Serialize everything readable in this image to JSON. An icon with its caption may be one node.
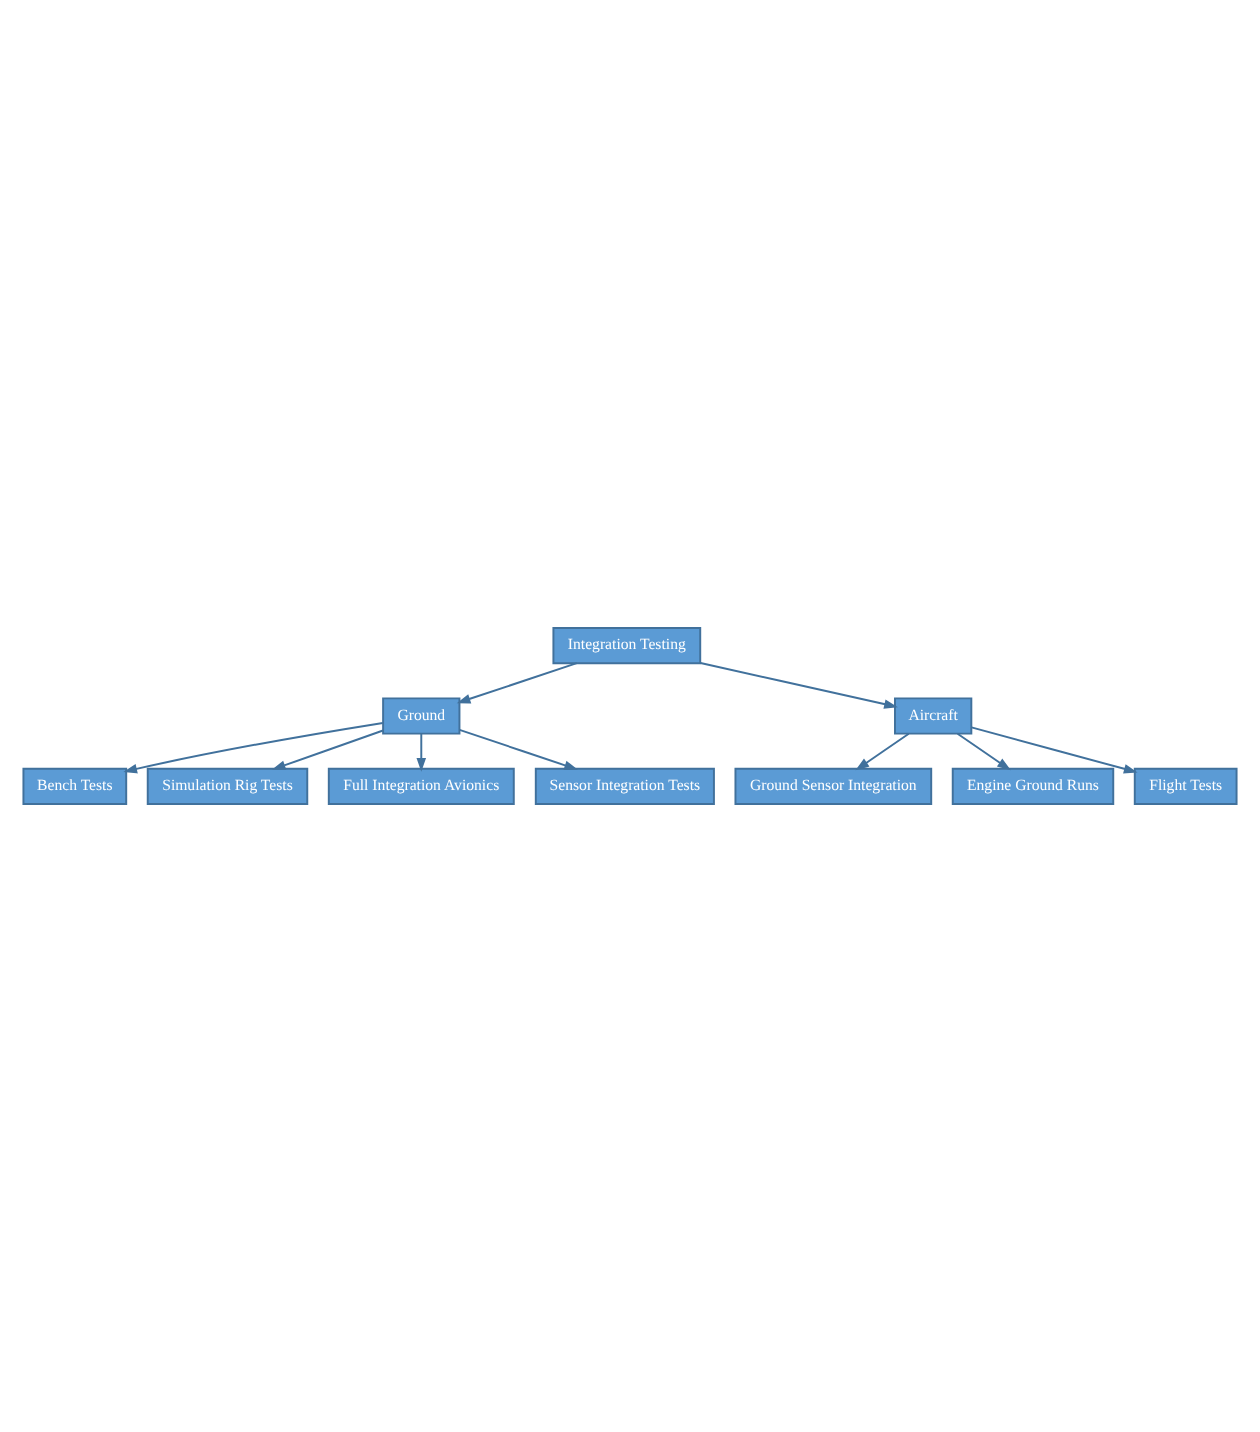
{
  "diagram": {
    "nodes": [
      {
        "text": [
          "Integration Testing"
        ]
      },
      {
        "text": [
          "Ground"
        ]
      },
      {
        "text": [
          "Aircraft"
        ]
      },
      {
        "text": [
          "Bench Tests"
        ]
      },
      {
        "text": [
          "Simulation Rig Tests"
        ]
      },
      {
        "text": [
          "Full Integration Avionics"
        ]
      },
      {
        "text": [
          "Sensor Integration Tests"
        ]
      },
      {
        "text": [
          "Ground Sensor Integration"
        ]
      },
      {
        "text": [
          "Engine Ground Runs"
        ]
      },
      {
        "text": [
          "Flight Tests"
        ]
      }
    ],
    "edges": [
      {
        "from": 0,
        "to": 1,
        "arrow": "to"
      },
      {
        "from": 0,
        "to": 2,
        "arrow": "to"
      },
      {
        "from": 1,
        "to": 3,
        "arrow": "to"
      },
      {
        "from": 1,
        "to": 4,
        "arrow": "to"
      },
      {
        "from": 1,
        "to": 5,
        "arrow": "to"
      },
      {
        "from": 1,
        "to": 6,
        "arrow": "to"
      },
      {
        "from": 2,
        "to": 7,
        "arrow": "to"
      },
      {
        "from": 2,
        "to": 8,
        "arrow": "to"
      },
      {
        "from": 2,
        "to": 9,
        "arrow": "to"
      }
    ]
  }
}
